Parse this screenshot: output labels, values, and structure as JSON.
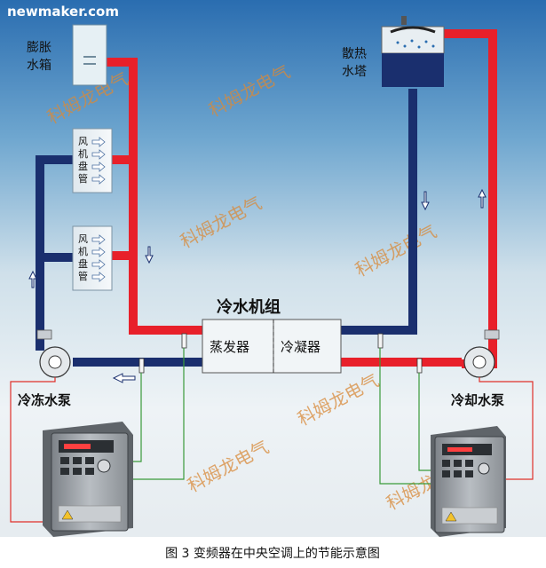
{
  "header": {
    "site": "newmaker.com"
  },
  "labels": {
    "expansion_tank_l1": "膨胀",
    "expansion_tank_l2": "水箱",
    "cooling_tower_l1": "散热",
    "cooling_tower_l2": "水塔",
    "fan_coil_1_l1": "风",
    "fan_coil_1_l2": "机",
    "fan_coil_1_l3": "盘",
    "fan_coil_1_l4": "管",
    "fan_coil_2_l1": "风",
    "fan_coil_2_l2": "机",
    "fan_coil_2_l3": "盘",
    "fan_coil_2_l4": "管",
    "chiller_unit": "冷水机组",
    "evaporator": "蒸发器",
    "condenser": "冷凝器",
    "chilled_water_pump": "冷冻水泵",
    "cooling_water_pump": "冷却水泵",
    "caption": "图 3  变频器在中央空调上的节能示意图"
  },
  "watermark": {
    "text": "科姆龙电气"
  },
  "colors": {
    "hot_pipe": "#e8202a",
    "cold_pipe": "#1a2f6e",
    "signal_wire_red": "#e0302a",
    "signal_wire_green": "#3a9a3a",
    "watermark": "#d88a3a",
    "sky_top": "#2a6db0",
    "sky_bottom": "#e9eff4"
  },
  "icons": {
    "vfd_left": "variable-frequency-drive-icon",
    "vfd_right": "variable-frequency-drive-icon",
    "pump_left": "pump-icon",
    "pump_right": "pump-icon",
    "tower": "cooling-tower-icon",
    "tank": "expansion-tank-icon"
  }
}
